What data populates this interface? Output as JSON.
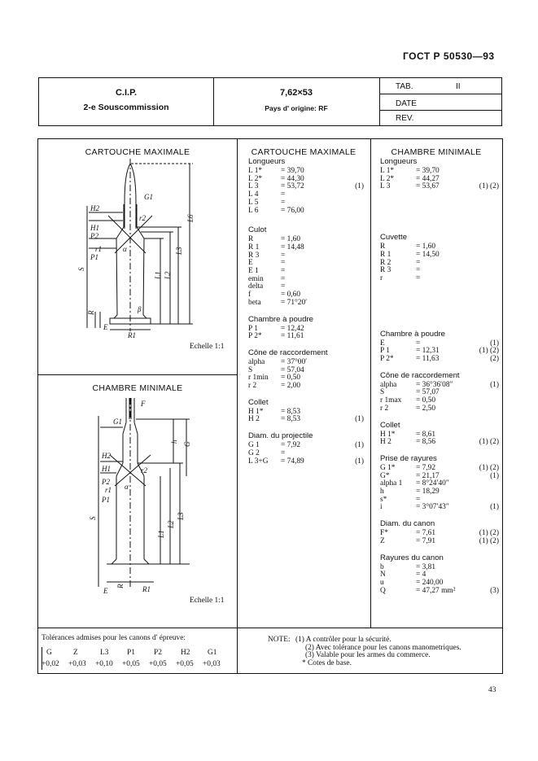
{
  "page": {
    "standard": "ГОСТ Р   50530—93",
    "page_number": "43"
  },
  "header": {
    "org": "C.I.P.",
    "subcommission": "2-e Souscommission",
    "caliber": "7,62×53",
    "origin": "Pays d' origine: RF",
    "tab_label": "TAB.",
    "tab_value": "II",
    "date_label": "DATE",
    "rev_label": "REV."
  },
  "drawings": {
    "cartridge_title": "CARTOUCHE MAXIMALE",
    "cartridge_scale": "Echelle 1:1",
    "cartridge_labels": [
      "G1",
      "H2",
      "r2",
      "H1",
      "P2",
      "r1",
      "α",
      "P1",
      "L1",
      "L2",
      "L3",
      "L6",
      "S",
      "R",
      "E",
      "β",
      "R1"
    ],
    "chamber_title": "CHAMBRE MINIMALE",
    "chamber_scale": "Echelle 1:1",
    "chamber_labels": [
      "F",
      "G1",
      "h",
      "G",
      "H2",
      "H1",
      "P2",
      "r2",
      "r1",
      "α",
      "P1",
      "L1",
      "L2",
      "L3",
      "S",
      "R",
      "E",
      "R1"
    ]
  },
  "cartridge_max": {
    "title": "CARTOUCHE MAXIMALE",
    "longueurs": {
      "heading": "Longueurs",
      "rows": [
        {
          "name": "L 1*",
          "value": "= 39,70",
          "note": ""
        },
        {
          "name": "L 2*",
          "value": "= 44,30",
          "note": ""
        },
        {
          "name": "L 3",
          "value": "= 53,72",
          "note": "(1)"
        },
        {
          "name": "L 4",
          "value": "=",
          "note": ""
        },
        {
          "name": "L 5",
          "value": "=",
          "note": ""
        },
        {
          "name": "L 6",
          "value": "= 76,00",
          "note": ""
        }
      ]
    },
    "culot": {
      "heading": "Culot",
      "rows": [
        {
          "name": "R",
          "value": "= 1,60",
          "note": ""
        },
        {
          "name": "R 1",
          "value": "= 14,48",
          "note": ""
        },
        {
          "name": "R 3",
          "value": "=",
          "note": ""
        },
        {
          "name": "E",
          "value": "=",
          "note": ""
        },
        {
          "name": "E 1",
          "value": "=",
          "note": ""
        },
        {
          "name": "emin",
          "value": "=",
          "note": ""
        },
        {
          "name": "delta",
          "value": "=",
          "note": ""
        },
        {
          "name": "f",
          "value": "= 0,60",
          "note": ""
        },
        {
          "name": "beta",
          "value": "= 71°20′",
          "note": ""
        }
      ]
    },
    "chambre_poudre": {
      "heading": "Chambre à poudre",
      "rows": [
        {
          "name": "P 1",
          "value": "= 12,42",
          "note": ""
        },
        {
          "name": "P 2*",
          "value": "= 11,61",
          "note": ""
        }
      ]
    },
    "cone": {
      "heading": "Cône de raccordement",
      "rows": [
        {
          "name": "alpha",
          "value": "= 37°00′",
          "note": ""
        },
        {
          "name": "S",
          "value": "= 57,04",
          "note": ""
        },
        {
          "name": "r 1min",
          "value": "= 0,50",
          "note": ""
        },
        {
          "name": "r 2",
          "value": "= 2,00",
          "note": ""
        }
      ]
    },
    "collet": {
      "heading": "Collet",
      "rows": [
        {
          "name": "H 1*",
          "value": "= 8,53",
          "note": ""
        },
        {
          "name": "H 2",
          "value": "= 8,53",
          "note": "(1)"
        }
      ]
    },
    "projectile": {
      "heading": "Diam. du projectile",
      "rows": [
        {
          "name": "G 1",
          "value": "= 7,92",
          "note": "(1)"
        },
        {
          "name": "G 2",
          "value": "=",
          "note": ""
        },
        {
          "name": "L 3+G",
          "value": "= 74,89",
          "note": "(1)"
        }
      ]
    }
  },
  "chamber_min": {
    "title": "CHAMBRE MINIMALE",
    "longueurs": {
      "heading": "Longueurs",
      "rows": [
        {
          "name": "L 1*",
          "value": "= 39,70",
          "note": ""
        },
        {
          "name": "L 2*",
          "value": "= 44,27",
          "note": ""
        },
        {
          "name": "L 3",
          "value": "= 53,67",
          "note": "(1) (2)"
        }
      ]
    },
    "cuvette": {
      "heading": "Cuvette",
      "rows": [
        {
          "name": "R",
          "value": "= 1,60",
          "note": ""
        },
        {
          "name": "R 1",
          "value": "= 14,50",
          "note": ""
        },
        {
          "name": "R 2",
          "value": "=",
          "note": ""
        },
        {
          "name": "R 3",
          "value": "=",
          "note": ""
        },
        {
          "name": "r",
          "value": "=",
          "note": ""
        }
      ]
    },
    "chambre_poudre": {
      "heading": "Chambre à poudre",
      "rows": [
        {
          "name": "E",
          "value": "=",
          "note": "(1)"
        },
        {
          "name": "P 1",
          "value": "= 12,31",
          "note": "(1) (2)"
        },
        {
          "name": "P 2*",
          "value": "= 11,63",
          "note": "(2)"
        }
      ]
    },
    "cone": {
      "heading": "Cône de raccordement",
      "rows": [
        {
          "name": "alpha",
          "value": "= 36°36′08″",
          "note": "(1)"
        },
        {
          "name": "S",
          "value": "= 57,07",
          "note": ""
        },
        {
          "name": "r 1max",
          "value": "= 0,50",
          "note": ""
        },
        {
          "name": "r 2",
          "value": "= 2,50",
          "note": ""
        }
      ]
    },
    "collet": {
      "heading": "Collet",
      "rows": [
        {
          "name": "H 1*",
          "value": "= 8,61",
          "note": ""
        },
        {
          "name": "H 2",
          "value": "= 8,56",
          "note": "(1) (2)"
        }
      ]
    },
    "rayures": {
      "heading": "Prise de rayures",
      "rows": [
        {
          "name": "G 1*",
          "value": "= 7,92",
          "note": "(1) (2)"
        },
        {
          "name": "G*",
          "value": "= 21,17",
          "note": "(1)"
        },
        {
          "name": "alpha 1",
          "value": "= 8°24′40″",
          "note": ""
        },
        {
          "name": "h",
          "value": "= 18,29",
          "note": ""
        },
        {
          "name": "s*",
          "value": "=",
          "note": ""
        },
        {
          "name": "i",
          "value": "= 3°07′43″",
          "note": "(1)"
        }
      ]
    },
    "canon": {
      "heading": "Diam. du canon",
      "rows": [
        {
          "name": "F*",
          "value": "= 7,61",
          "note": "(1) (2)"
        },
        {
          "name": "Z",
          "value": "= 7,91",
          "note": "(1) (2)"
        }
      ]
    },
    "rayures_canon": {
      "heading": "Rayures du canon",
      "rows": [
        {
          "name": "b",
          "value": "= 3,81",
          "note": ""
        },
        {
          "name": "N",
          "value": "= 4",
          "note": ""
        },
        {
          "name": "u",
          "value": "= 240,00",
          "note": ""
        },
        {
          "name": "Q",
          "value": "= 47,27 mm²",
          "note": "(3)"
        }
      ]
    }
  },
  "tolerances": {
    "title": "Tolérances admises pour les canons d' épreuve:",
    "columns": [
      "G",
      "Z",
      "L3",
      "P1",
      "P2",
      "H2",
      "G1"
    ],
    "values": [
      "+0,02",
      "+0,03",
      "+0,10",
      "+0,05",
      "+0,05",
      "+0,05",
      "+0,03"
    ]
  },
  "notes": {
    "label": "NOTE:",
    "items": [
      "(1)  A contrôler pour la sécurité.",
      "(2)  Avec tolérance pour les canons manometriques.",
      "(3)  Valable pour les armes du commerce.",
      "*   Cotes de base."
    ]
  }
}
